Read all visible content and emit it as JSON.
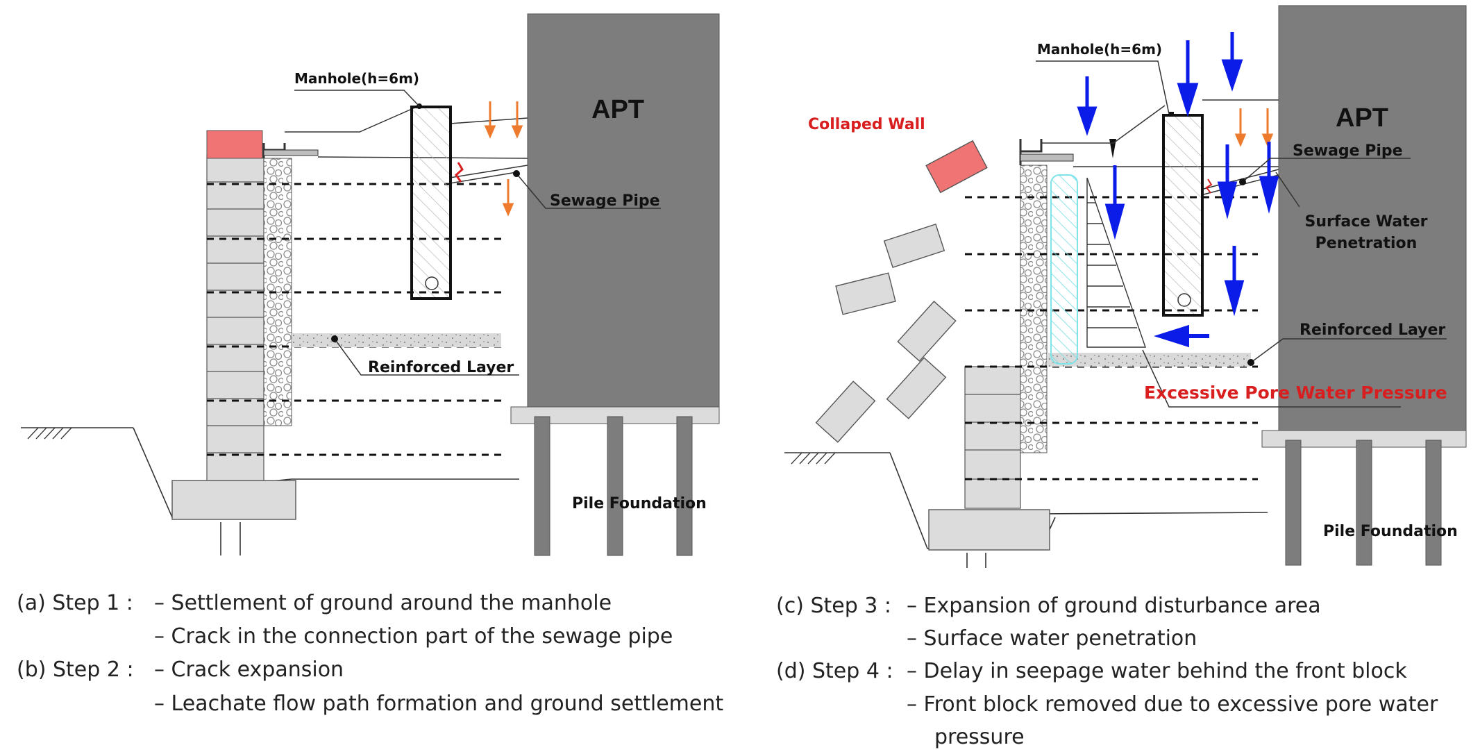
{
  "left": {
    "manhole": "Manhole(h=6m)",
    "apt": "APT",
    "sewage_pipe": "Sewage Pipe",
    "reinforced_layer": "Reinforced Layer",
    "pile_foundation": "Pile Foundation"
  },
  "right": {
    "manhole": "Manhole(h=6m)",
    "apt": "APT",
    "collapsed_wall": "Collaped Wall",
    "sewage_pipe": "Sewage Pipe",
    "surface_water_1": "Surface Water",
    "surface_water_2": "Penetration",
    "reinforced_layer": "Reinforced Layer",
    "excess_pore": "Excessive Pore Water Pressure",
    "pile_foundation": "Pile Foundation"
  },
  "captions": {
    "a_head": "(a) Step 1 :",
    "a_1": "– Settlement of ground around the manhole",
    "a_2": "– Crack in the connection part of the sewage pipe",
    "b_head": "(b) Step 2 :",
    "b_1": "– Crack expansion",
    "b_2": "– Leachate flow path formation and ground settlement",
    "c_head": "(c) Step 3 :",
    "c_1": "– Expansion of ground disturbance area",
    "c_2": "– Surface water penetration",
    "d_head": "(d) Step 4 :",
    "d_1": "– Delay in seepage water behind the front block",
    "d_2": "– Front block removed due to excessive pore water",
    "d_3": "pressure"
  },
  "colors": {
    "building": "#7d7d7d",
    "block": "#dcdcdc",
    "collapsed": "#f07474",
    "settle_arrow": "#ee7a2e",
    "water_arrow": "#0b1be8",
    "seep": "#7fe3ea",
    "label_red": "#d81e1e"
  }
}
